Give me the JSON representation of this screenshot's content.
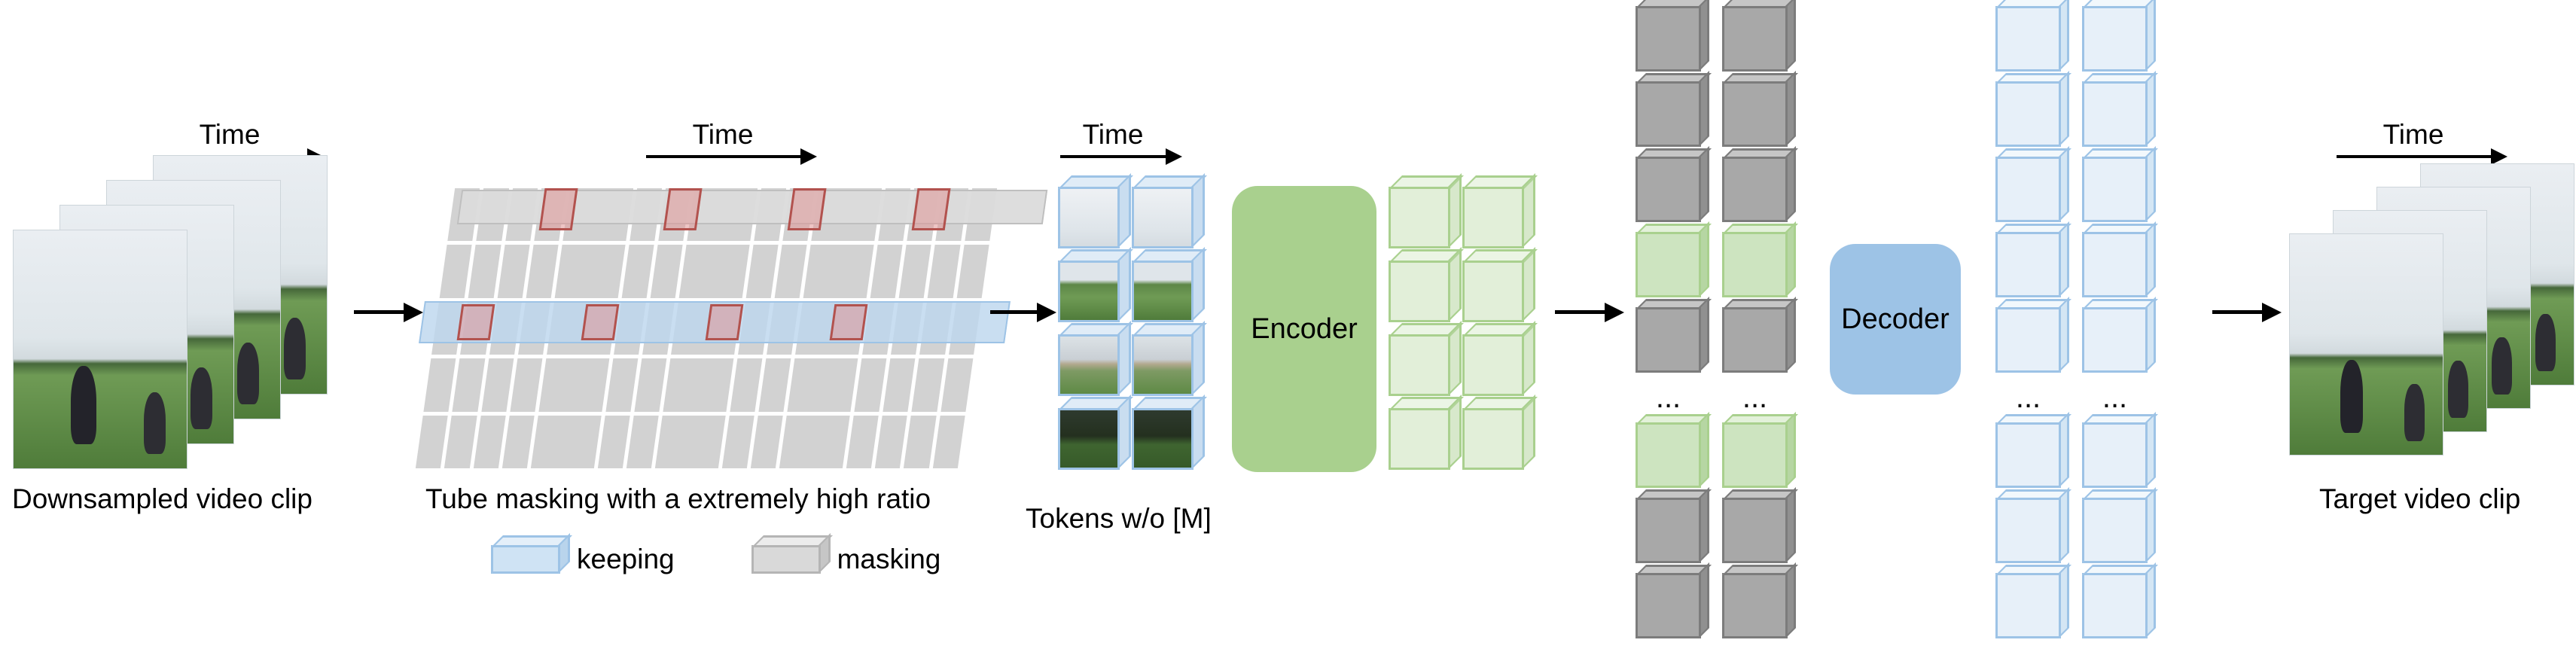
{
  "labels": {
    "time": "Time",
    "downsampled_caption": "Downsampled video clip",
    "tube_masking_caption": "Tube masking with a extremely high ratio",
    "legend_keeping": "keeping",
    "legend_masking": "masking",
    "tokens_caption": "Tokens w/o [M]",
    "encoder": "Encoder",
    "decoder": "Decoder",
    "target_caption": "Target video clip",
    "ellipsis": "..."
  },
  "colors": {
    "keeping_fill": "#bdd7ee",
    "keeping_edge": "#9dc3e6",
    "masking_fill": "#d9d9d9",
    "masking_edge": "#bfbfbf",
    "encoder_fill": "#a9d08e",
    "decoder_fill": "#9dc3e6",
    "red_patch_edge": "#b2524e",
    "gray_cube": "#a8a8a8",
    "green_cube": "#cde4c0",
    "blue_cube": "#e7f0f9",
    "arrow": "#000000"
  },
  "structure": {
    "video_frames_count": 4,
    "mask_planes": {
      "count": 4,
      "grid_cols": 6,
      "grid_rows": 5
    },
    "tokens_grid": {
      "cols": 2,
      "rows": 4
    },
    "token_row_textures": [
      "sky",
      "field",
      "houses",
      "dark-field"
    ],
    "encoder_output_grid": {
      "cols": 2,
      "rows": 4
    },
    "latent_column_gray": [
      "gray",
      "gray",
      "gray",
      "green",
      "gray",
      "dots",
      "green",
      "gray",
      "gray"
    ],
    "latent_column_blue": [
      "blue",
      "blue",
      "blue",
      "blue",
      "blue",
      "dots",
      "blue",
      "blue",
      "blue"
    ]
  }
}
